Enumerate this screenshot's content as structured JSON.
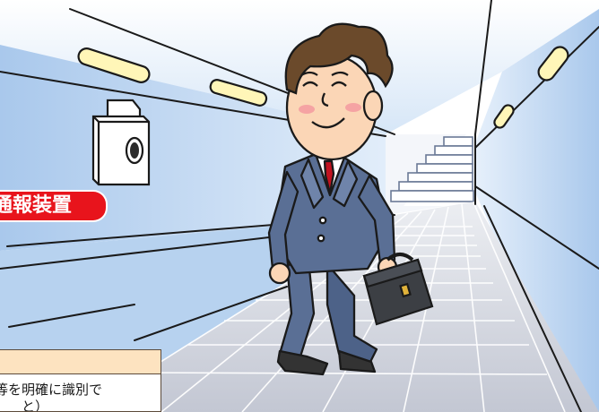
{
  "scene": {
    "device_label": "通報装置",
    "caption_line1": "等を明確に識別で",
    "caption_line2": "と）"
  },
  "colors": {
    "label_red": "#e8141c",
    "wall_blue": "#bfd8f2",
    "floor_tile": "#c9ccd6",
    "suit": "#5a6f95",
    "caption_header": "#fde3c0"
  },
  "icons": [
    "fluorescent-light-icon",
    "alarm-device-icon",
    "staircase-icon",
    "businessman-icon",
    "briefcase-icon"
  ]
}
